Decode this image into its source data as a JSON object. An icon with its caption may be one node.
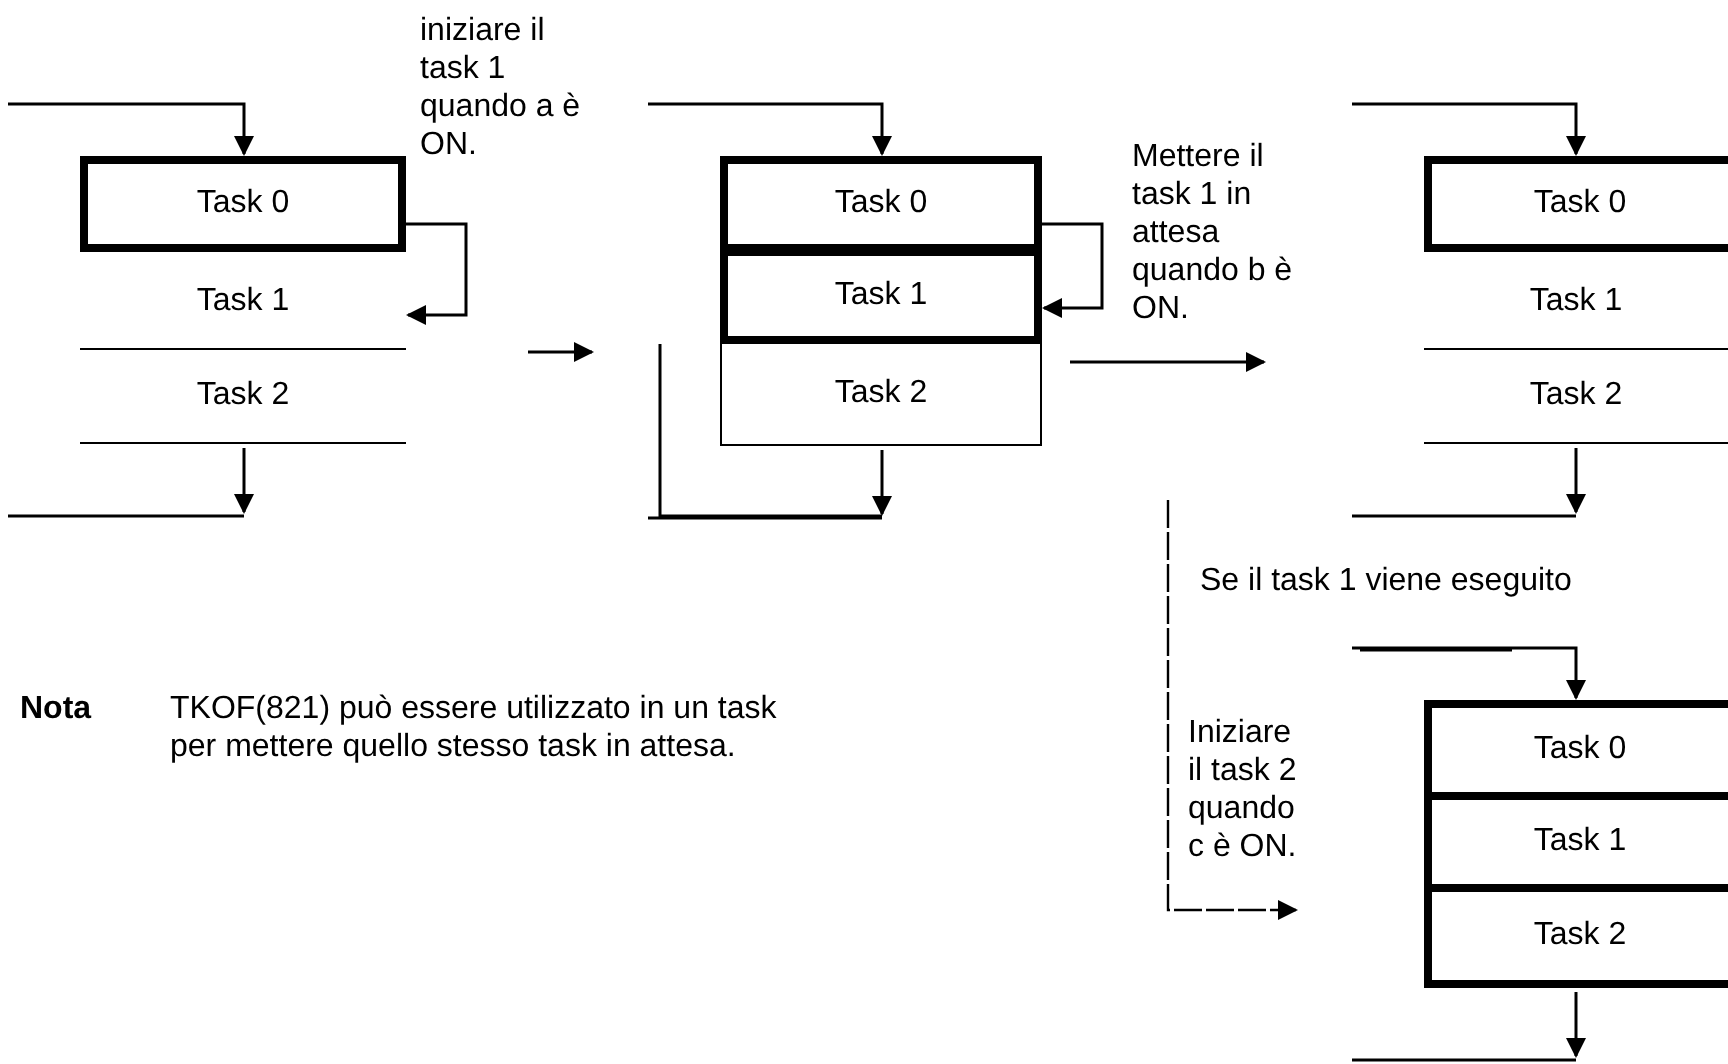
{
  "diagram": {
    "nodes": [
      {
        "text": [
          "Task 0"
        ]
      },
      {
        "text": [
          "Task 1"
        ]
      },
      {
        "text": [
          "Task 2"
        ]
      },
      {
        "text": [
          "Task 0"
        ]
      },
      {
        "text": [
          "Task 1"
        ]
      },
      {
        "text": [
          "Task 2"
        ]
      },
      {
        "text": [
          "Task 0"
        ]
      },
      {
        "text": [
          "Task 1"
        ]
      },
      {
        "text": [
          "Task 2"
        ]
      },
      {
        "text": [
          "Task 0"
        ]
      },
      {
        "text": [
          "Task 1"
        ]
      },
      {
        "text": [
          "Task 2"
        ]
      }
    ],
    "edges": [
      {
        "from": null,
        "to": 0,
        "arrow": "to"
      },
      {
        "from": 0,
        "to": 1,
        "arrow": "to"
      },
      {
        "from": 2,
        "to": null,
        "arrow": "to"
      },
      {
        "from": null,
        "to": 3,
        "arrow": "to"
      },
      {
        "from": 3,
        "to": 4,
        "arrow": "to"
      },
      {
        "from": 5,
        "to": null,
        "arrow": "to"
      },
      {
        "from": null,
        "to": 6,
        "arrow": "to"
      },
      {
        "from": 8,
        "to": null,
        "arrow": "to"
      },
      {
        "from": null,
        "to": 9,
        "arrow": "to"
      },
      {
        "from": 11,
        "to": null,
        "arrow": "to"
      }
    ],
    "labels": [
      "iniziare il task 1 quando a è ON.",
      "Mettere il task 1 in attesa quando b è ON.",
      "Se il task 1 viene eseguito",
      "Iniziare il task 2 quando c è ON.",
      "Nota",
      "TKOF(821) può essere utilizzato in un task per mettere quello stesso task in attesa."
    ]
  }
}
